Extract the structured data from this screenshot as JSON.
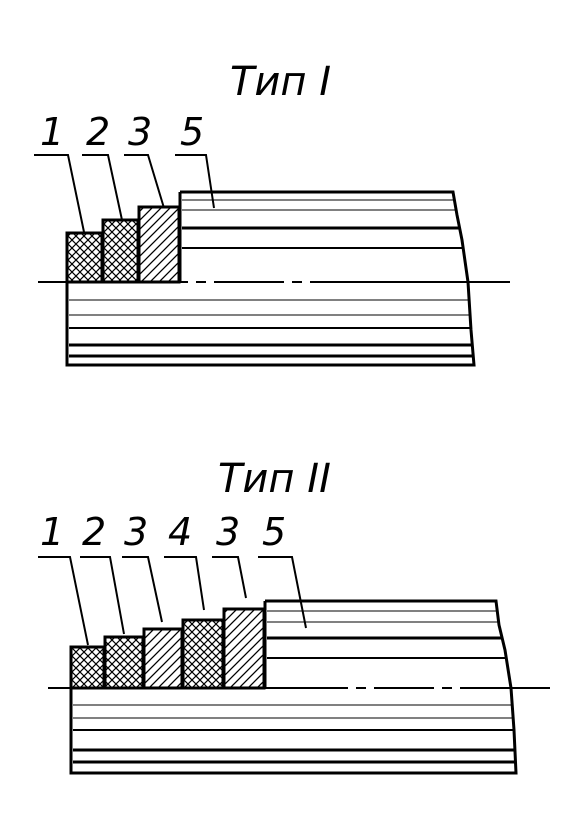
{
  "diagrams": [
    {
      "title": "Тип I",
      "layers": [
        {
          "label": "1"
        },
        {
          "label": "2"
        },
        {
          "label": "3"
        },
        {
          "label": "5"
        }
      ]
    },
    {
      "title": "Тип II",
      "layers": [
        {
          "label": "1"
        },
        {
          "label": "2"
        },
        {
          "label": "3"
        },
        {
          "label": "4"
        },
        {
          "label": "3"
        },
        {
          "label": "5"
        }
      ]
    }
  ]
}
